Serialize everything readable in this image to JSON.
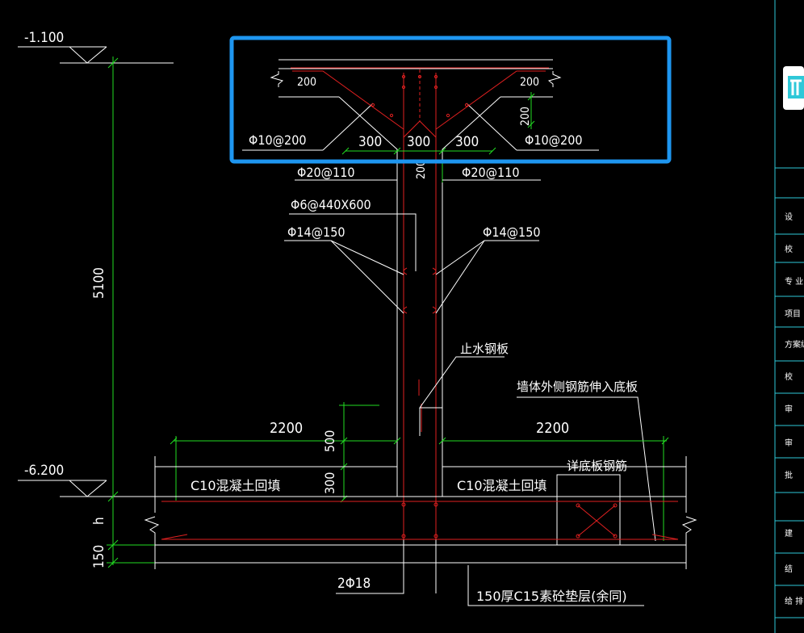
{
  "colors": {
    "background": "#000000",
    "line_white": "#ffffff",
    "rebar_red": "#e02020",
    "dimension_green": "#22dd22",
    "titleblock_cyan": "#2ec8d8",
    "selection_blue": "#1e96f0"
  },
  "elevations": {
    "top": "-1.100",
    "bottom": "-6.200"
  },
  "dimensions": {
    "total_height": "5100",
    "h": "h",
    "pad_thickness": "150",
    "left_width": "2200",
    "right_width": "2200",
    "upper_seg": "500",
    "lower_seg": "300"
  },
  "detail_top": {
    "left_haunch": "200",
    "right_haunch": "200",
    "vertical": "200",
    "seg_left": "300",
    "seg_mid": "300",
    "seg_right": "300",
    "left_rebar": "Φ10@200",
    "right_rebar": "Φ10@200",
    "wall_thick": "200"
  },
  "annotations": {
    "top_left_rebar": "Φ20@110",
    "top_right_rebar": "Φ20@110",
    "tie": "Φ6@440X600",
    "left_dist": "Φ14@150",
    "right_dist": "Φ14@150",
    "waterstop": "止水钢板",
    "wall_extend": "墙体外侧钢筋伸入底板",
    "bottom_rebar_ref": "详底板钢筋",
    "left_fill": "C10混凝土回填",
    "right_fill": "C10混凝土回填",
    "bottom_bars": "2Φ18",
    "pad_note": "150厚C15素砼垫层(余同)"
  },
  "title_block": {
    "logo_icon": "company-logo-icon",
    "rows": [
      "设",
      "校",
      "专 业",
      "项目",
      "方案编",
      "校",
      "审",
      "审",
      "批",
      "",
      "建",
      "结",
      "给 排"
    ]
  }
}
